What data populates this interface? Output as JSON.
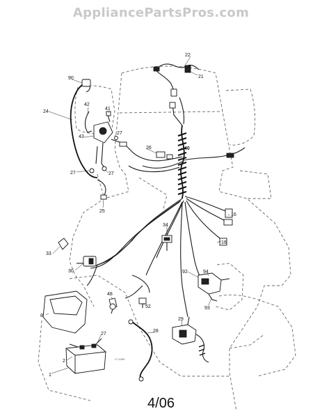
{
  "watermark": "AppliancePartsPros.com",
  "page_number": "4/06",
  "drawing_code": "LT-1000",
  "callouts": {
    "c1": "1",
    "c2": "2",
    "c8": "8",
    "c16a": "16",
    "c16b": "16",
    "c21": "21",
    "c22": "22",
    "c24": "24",
    "c25": "25",
    "c26": "26",
    "c27a": "27",
    "c27b": "27",
    "c27c": "27",
    "c27d": "27",
    "c28": "28",
    "c29": "29",
    "c30": "30",
    "c33": "33",
    "c34": "34",
    "c40": "40",
    "c41": "41",
    "c42": "42",
    "c43": "43",
    "c48": "48",
    "c52": "52",
    "c90": "90",
    "c92": "92",
    "c93": "93",
    "c94": "94"
  }
}
